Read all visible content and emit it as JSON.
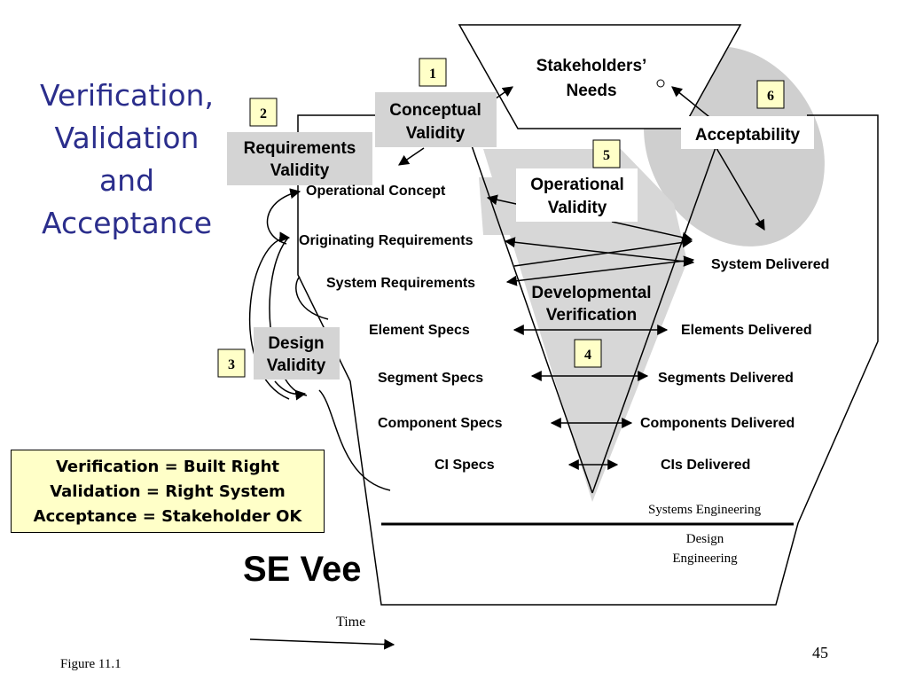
{
  "title_lines": [
    "Verification,",
    "Validation",
    "and",
    "Acceptance"
  ],
  "subtitle": "SE Vee",
  "figure_label": "Figure 11.1",
  "page_number": "45",
  "time_label": "Time",
  "zones": {
    "systems": "Systems Engineering",
    "design": [
      "Design",
      "Engineering"
    ]
  },
  "legend_lines": [
    "Verification = Built Right",
    "Validation = Right System",
    "Acceptance = Stakeholder OK"
  ],
  "stakeholders": [
    "Stakeholders’",
    "Needs"
  ],
  "validities": {
    "conceptual": [
      "Conceptual",
      "Validity"
    ],
    "requirements": [
      "Requirements",
      "Validity"
    ],
    "design": [
      "Design",
      "Validity"
    ],
    "operational": [
      "Operational",
      "Validity"
    ],
    "developmental": [
      "Developmental",
      "Verification"
    ],
    "acceptability": "Acceptability"
  },
  "numbers": [
    "1",
    "2",
    "3",
    "4",
    "5",
    "6"
  ],
  "left_items": [
    "Operational Concept",
    "Originating Requirements",
    "System Requirements",
    "Element Specs",
    "Segment Specs",
    "Component Specs",
    "CI Specs"
  ],
  "right_items": [
    "System Delivered",
    "Elements Delivered",
    "Segments Delivered",
    "Components Delivered",
    "CIs Delivered"
  ],
  "colors": {
    "title": "#2b2e8c",
    "number_box": "#ffffc8",
    "label_box": "#d4d4d4",
    "shade": "#d7d7d7",
    "ellipse": "#cfcfcf"
  }
}
